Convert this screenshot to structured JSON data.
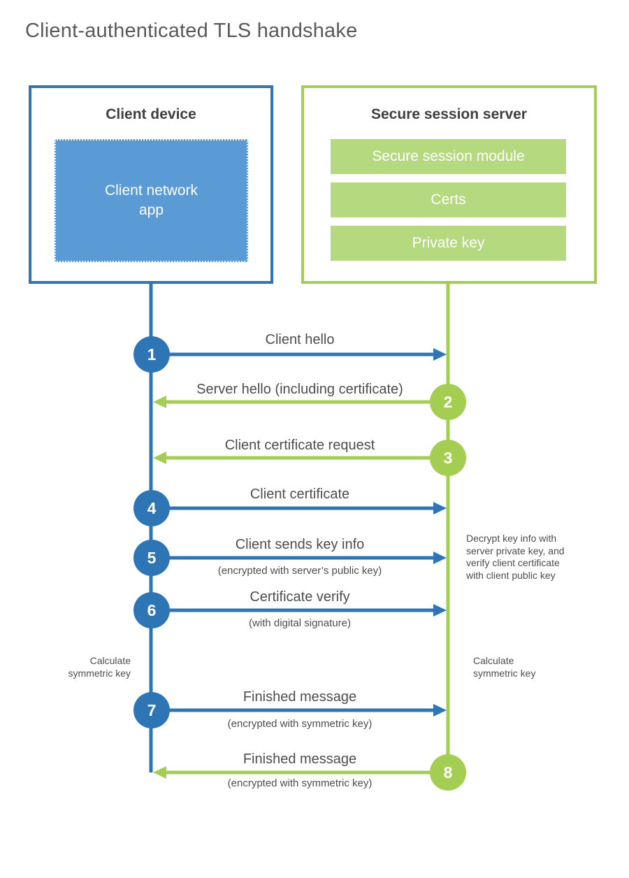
{
  "title": "Client-authenticated TLS handshake",
  "colors": {
    "blue": "#2e75b6",
    "blue_fill": "#5b9bd5",
    "green": "#a3ce52",
    "green_fill": "#b5d97e",
    "heading_text": "#3f3f3f",
    "label_text": "#4d4d4d",
    "title_text": "#595959"
  },
  "client_box": {
    "title": "Client device",
    "app": {
      "line1": "Client network",
      "line2": "app"
    }
  },
  "server_box": {
    "title": "Secure session server",
    "modules": [
      "Secure session module",
      "Certs",
      "Private key"
    ]
  },
  "messages": [
    {
      "number": "1",
      "label": "Client hello",
      "sublabel": "",
      "from": "client",
      "to": "server",
      "color": "blue"
    },
    {
      "number": "2",
      "label": "Server hello (including certificate)",
      "sublabel": "",
      "from": "server",
      "to": "client",
      "color": "green"
    },
    {
      "number": "3",
      "label": "Client certificate request",
      "sublabel": "",
      "from": "server",
      "to": "client",
      "color": "green"
    },
    {
      "number": "4",
      "label": "Client certificate",
      "sublabel": "",
      "from": "client",
      "to": "server",
      "color": "blue"
    },
    {
      "number": "5",
      "label": "Client sends key info",
      "sublabel": "(encrypted with server’s public key)",
      "from": "client",
      "to": "server",
      "color": "blue"
    },
    {
      "number": "6",
      "label": "Certificate verify",
      "sublabel": "(with digital signature)",
      "from": "client",
      "to": "server",
      "color": "blue"
    },
    {
      "number": "7",
      "label": "Finished message",
      "sublabel": "(encrypted with symmetric key)",
      "from": "client",
      "to": "server",
      "color": "blue"
    },
    {
      "number": "8",
      "label": "Finished message",
      "sublabel": "(encrypted with symmetric key)",
      "from": "server",
      "to": "client",
      "color": "green"
    }
  ],
  "notes": {
    "decrypt": {
      "lines": [
        "Decrypt key info with",
        "server private key, and",
        "verify client certificate",
        "with client public key"
      ]
    },
    "calc_left": {
      "lines": [
        "Calculate",
        "symmetric key"
      ]
    },
    "calc_right": {
      "lines": [
        "Calculate",
        "symmetric key"
      ]
    }
  }
}
